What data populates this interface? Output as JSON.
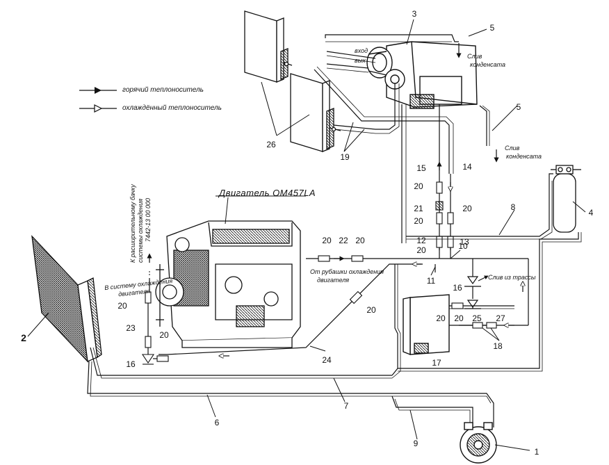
{
  "legend": {
    "hot": {
      "label": "горячий теплоноситель"
    },
    "cooled": {
      "label": "охлаждённый теплоноситель"
    }
  },
  "engine": {
    "title": "Двигатель OM457LA"
  },
  "notes": {
    "inlet": "вход",
    "outlet": "вых",
    "drain_upper_1": "Слив",
    "drain_upper_2": "конденсата",
    "drain_lower_1": "Слив",
    "drain_lower_2": "конденсата",
    "tank_vertical_1": "К расширительному бачку",
    "tank_vertical_2": "системы охлаждения",
    "tank_vertical_3": "7442-13 00 000",
    "to_cooling_1": "В систему охлаждения",
    "to_cooling_2": "двигателя",
    "from_jacket_1": "От рубашки охлаждения",
    "from_jacket_2": "двигателя",
    "drain_line": "Слив из трассы"
  },
  "numbers": {
    "n1": "1",
    "n2": "2",
    "n3": "3",
    "n4": "4",
    "n5a": "5",
    "n5b": "5",
    "n6": "6",
    "n7": "7",
    "n8": "8",
    "n9": "9",
    "n10": "10",
    "n11": "11",
    "n12": "12",
    "n13": "13",
    "n14": "14",
    "n15": "15",
    "n16a": "16",
    "n16b": "16",
    "n17": "17",
    "n18": "18",
    "n19": "19",
    "n20a": "20",
    "n20b": "20",
    "n20c": "20",
    "n20d": "20",
    "n20e": "20",
    "n20f": "20",
    "n20g": "20",
    "n20h": "20",
    "n20i": "20",
    "n20j": "20",
    "n20k": "20",
    "n21": "21",
    "n22": "22",
    "n23": "23",
    "n24": "24",
    "n25": "25",
    "n26": "26",
    "n27": "27"
  },
  "colors": {
    "line": "#111111",
    "background": "#ffffff"
  }
}
